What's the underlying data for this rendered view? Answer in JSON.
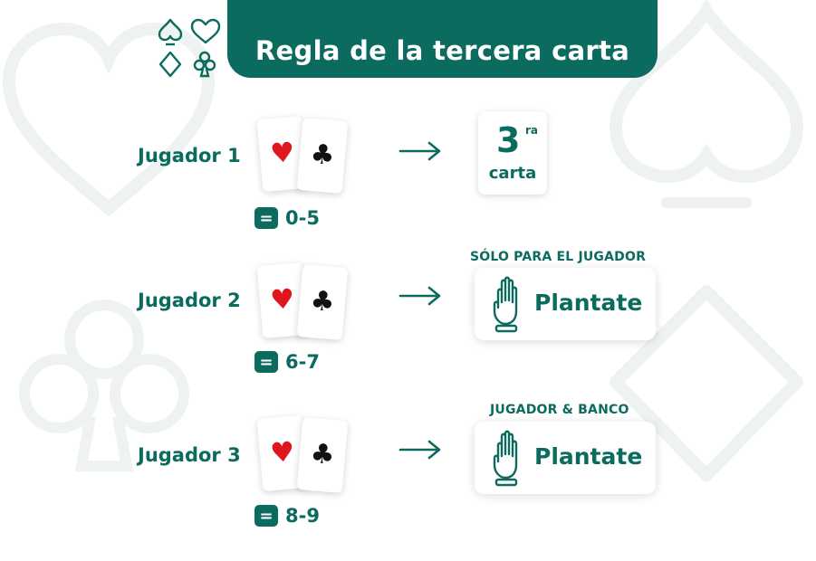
{
  "header": {
    "title": "Regla de la tercera carta"
  },
  "colors": {
    "brand": "#0b6b5e",
    "heart": "#e0161e",
    "club": "#111111",
    "background_suits": "#eef2f1"
  },
  "rows": [
    {
      "label": "Jugador 1",
      "score_sign": "=",
      "score": "0-5"
    },
    {
      "label": "Jugador 2",
      "score_sign": "=",
      "score": "6-7"
    },
    {
      "label": "Jugador 3",
      "score_sign": "=",
      "score": "8-9"
    }
  ],
  "third_card": {
    "number": "3",
    "superscript": "ra",
    "word": "carta"
  },
  "stand_options": [
    {
      "caption": "SÓLO PARA EL JUGADOR",
      "label": "Plantate"
    },
    {
      "caption": "JUGADOR & BANCO",
      "label": "Plantate"
    }
  ],
  "cards": {
    "heart_symbol": "♥",
    "club_symbol": "♣"
  },
  "icons": [
    "spade-icon",
    "heart-icon",
    "diamond-icon",
    "club-icon",
    "arrow-right-icon",
    "hand-stop-icon"
  ]
}
